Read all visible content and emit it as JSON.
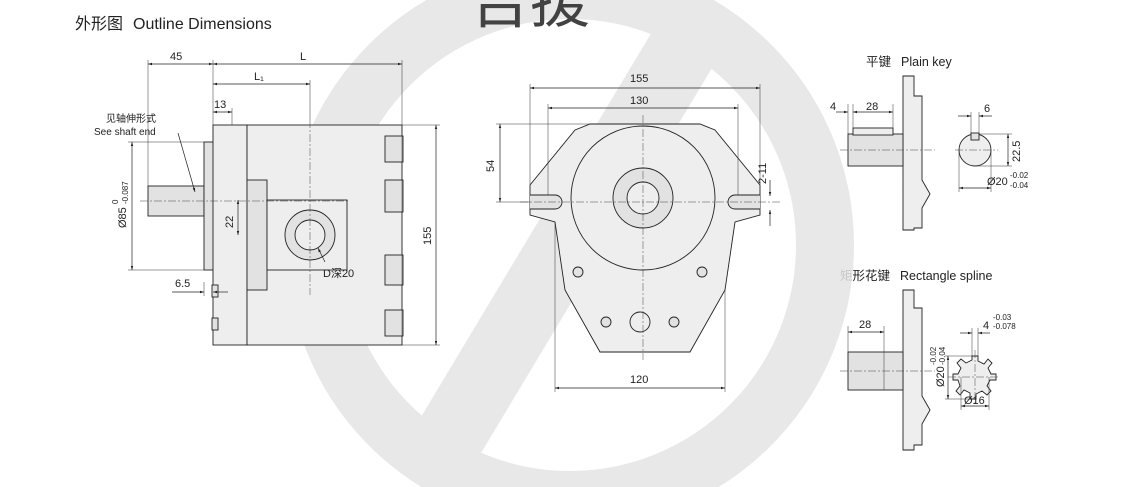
{
  "header": {
    "title_cn": "外形图",
    "title_en": "Outline Dimensions"
  },
  "watermark": {
    "text_cn": "吉援",
    "color": "#d6d6d6"
  },
  "side_view": {
    "dim_45": "45",
    "dim_L": "L",
    "dim_L1": "L₁",
    "dim_13": "13",
    "shaft_note_cn": "见轴伸形式",
    "shaft_note_en": "See shaft end",
    "shaft_dia_label": "Ø85",
    "shaft_dia_tol_upper": "0",
    "shaft_dia_tol_lower": "-0.087",
    "dim_22": "22",
    "port_label": "D深20",
    "dim_6_5": "6.5",
    "dim_155": "155"
  },
  "front_view": {
    "dim_155": "155",
    "dim_130": "130",
    "dim_54": "54",
    "dim_2_11": "2-11",
    "dim_120": "120"
  },
  "plain_key": {
    "title_cn": "平键",
    "title_en": "Plain key",
    "dim_4": "4",
    "dim_28": "28",
    "dim_6": "6",
    "dim_22_5": "22.5",
    "dia_label": "Ø20",
    "dia_tol_upper": "-0.02",
    "dia_tol_lower": "-0.04"
  },
  "rect_spline": {
    "title_cn": "矩形花键",
    "title_en": "Rectangle spline",
    "dim_28": "28",
    "dim_4": "4",
    "dim_4_tol_upper": "-0.03",
    "dim_4_tol_lower": "-0.078",
    "dia20_label": "Ø20",
    "dia20_tol_upper": "-0.02",
    "dia20_tol_lower": "-0.04",
    "dia16_label": "Ø16"
  }
}
